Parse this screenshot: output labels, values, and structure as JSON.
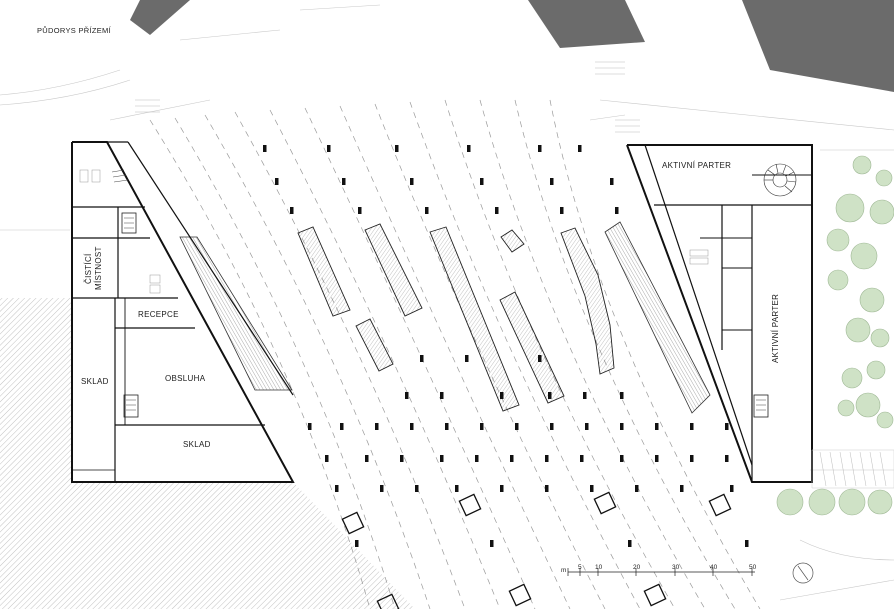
{
  "drawing": {
    "title": "PŮDORYS PŘÍZEMÍ"
  },
  "rooms": {
    "cistici_mistnost_1": "ČISTÍCÍ",
    "cistici_mistnost_2": "MÍSTNOST",
    "recepce": "RECEPCE",
    "sklad_left": "SKLAD",
    "obsluha": "OBSLUHA",
    "sklad_bottom": "SKLAD",
    "aktivni_parter_top": "AKTIVNÍ PARTER",
    "aktivni_parter_side": "AKTIVNÍ PARTER"
  },
  "scale_bar": {
    "unit": "m",
    "ticks": [
      "5",
      "10",
      "20",
      "30",
      "40",
      "50"
    ]
  },
  "colors": {
    "wall": "#111111",
    "building_block": "#6b6b6b",
    "faint_line": "#bdbdbd",
    "dashed_track": "#9a9a9a",
    "tree": "#cfe2c6"
  }
}
